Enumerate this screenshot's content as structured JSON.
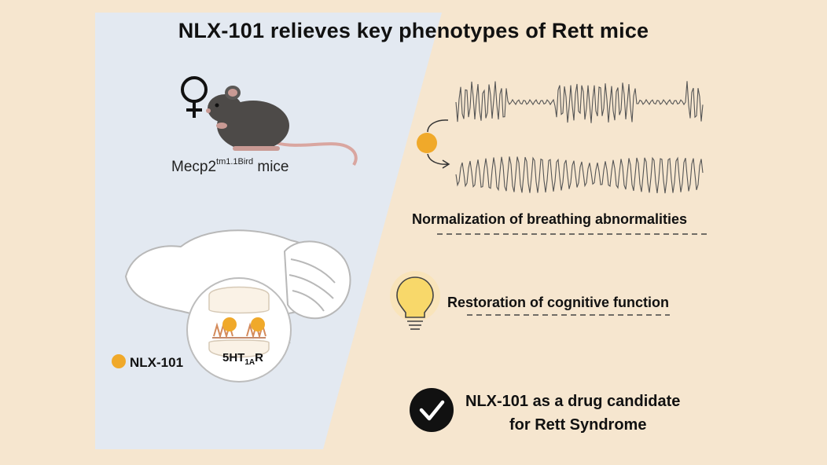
{
  "title": "NLX-101 relieves key phenotypes of Rett mice",
  "mouse": {
    "label_base": "Mecp2",
    "label_superscript": "tm1.1Bird",
    "label_suffix": " mice",
    "sex_symbol": "♀"
  },
  "legend": {
    "drug_label": "NLX-101"
  },
  "receptor": {
    "label_base": "5HT",
    "label_subscript": "1A",
    "label_suffix": "R"
  },
  "findings": {
    "breathing": "Normalization of breathing abnormalities",
    "cognition": "Restoration of cognitive function"
  },
  "conclusion": {
    "line1": "NLX-101 as a drug candidate",
    "line2": "for Rett Syndrome"
  },
  "colors": {
    "background": "#f6e6cf",
    "left_panel": "#e3e9f1",
    "drug_dot": "#f0a92a",
    "mouse": "#4d4a48",
    "mouse_tail": "#d9a6a0",
    "text": "#111111"
  },
  "icons": [
    "female-symbol-icon",
    "mouse-illustration",
    "brain-illustration",
    "lightbulb-icon",
    "checkmark-circle-icon"
  ]
}
